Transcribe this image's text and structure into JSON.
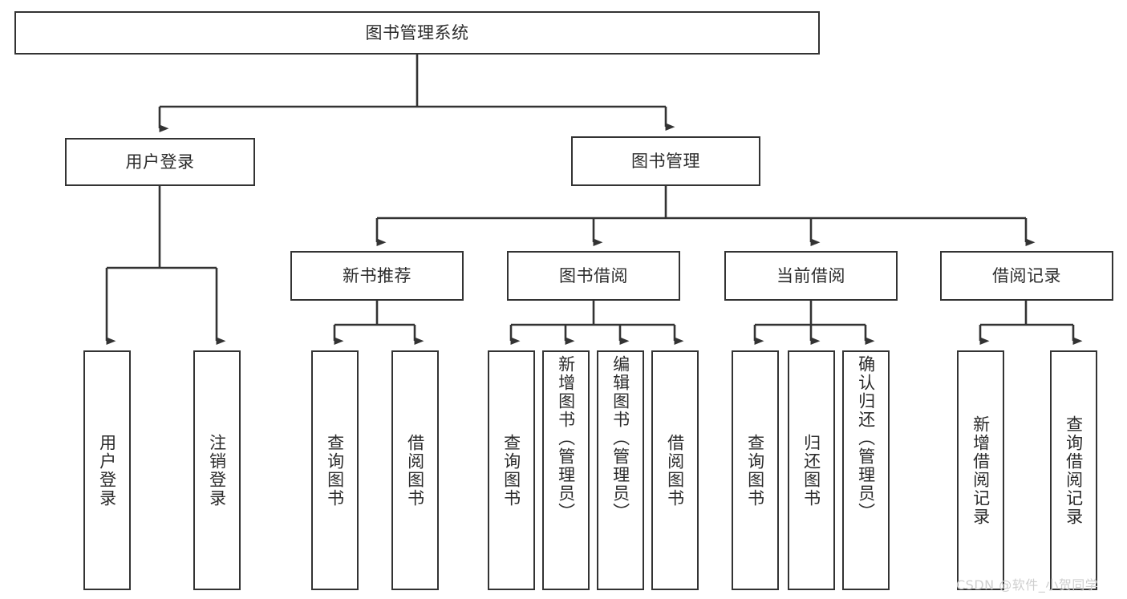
{
  "diagram": {
    "type": "tree-hierarchy",
    "title": "图书管理系统",
    "watermark": "CSDN @软件_小贺同学",
    "root": {
      "label": "图书管理系统",
      "id": "root"
    },
    "level1": [
      {
        "id": "user-login",
        "label": "用户登录"
      },
      {
        "id": "book-management",
        "label": "图书管理"
      }
    ],
    "level2": [
      {
        "id": "new-book-recommend",
        "label": "新书推荐",
        "parent": "book-management"
      },
      {
        "id": "book-borrow",
        "label": "图书借阅",
        "parent": "book-management"
      },
      {
        "id": "current-borrow",
        "label": "当前借阅",
        "parent": "book-management"
      },
      {
        "id": "borrow-record",
        "label": "借阅记录",
        "parent": "book-management"
      }
    ],
    "leaves": [
      {
        "id": "leaf-user-login",
        "label": "用户登录",
        "parent": "user-login"
      },
      {
        "id": "leaf-logout-login",
        "label": "注销登录",
        "parent": "user-login"
      },
      {
        "id": "leaf-query-book-1",
        "label": "查询图书",
        "parent": "new-book-recommend"
      },
      {
        "id": "leaf-borrow-book-1",
        "label": "借阅图书",
        "parent": "new-book-recommend"
      },
      {
        "id": "leaf-query-book-2",
        "label": "查询图书",
        "parent": "book-borrow"
      },
      {
        "id": "leaf-add-book",
        "label": "新增图书（管理员）",
        "parent": "book-borrow"
      },
      {
        "id": "leaf-edit-book",
        "label": "编辑图书（管理员）",
        "parent": "book-borrow"
      },
      {
        "id": "leaf-borrow-book-2",
        "label": "借阅图书",
        "parent": "book-borrow"
      },
      {
        "id": "leaf-query-book-3",
        "label": "查询图书",
        "parent": "current-borrow"
      },
      {
        "id": "leaf-return-book",
        "label": "归还图书",
        "parent": "current-borrow"
      },
      {
        "id": "leaf-confirm-return",
        "label": "确认归还（管理员）",
        "parent": "current-borrow"
      },
      {
        "id": "leaf-add-record",
        "label": "新增借阅记录",
        "parent": "borrow-record"
      },
      {
        "id": "leaf-query-record",
        "label": "查询借阅记录",
        "parent": "borrow-record"
      }
    ],
    "colors": {
      "stroke": "#333333",
      "text": "#2b2b2b",
      "background": "#ffffff",
      "watermark": "#cfcfcf"
    }
  }
}
